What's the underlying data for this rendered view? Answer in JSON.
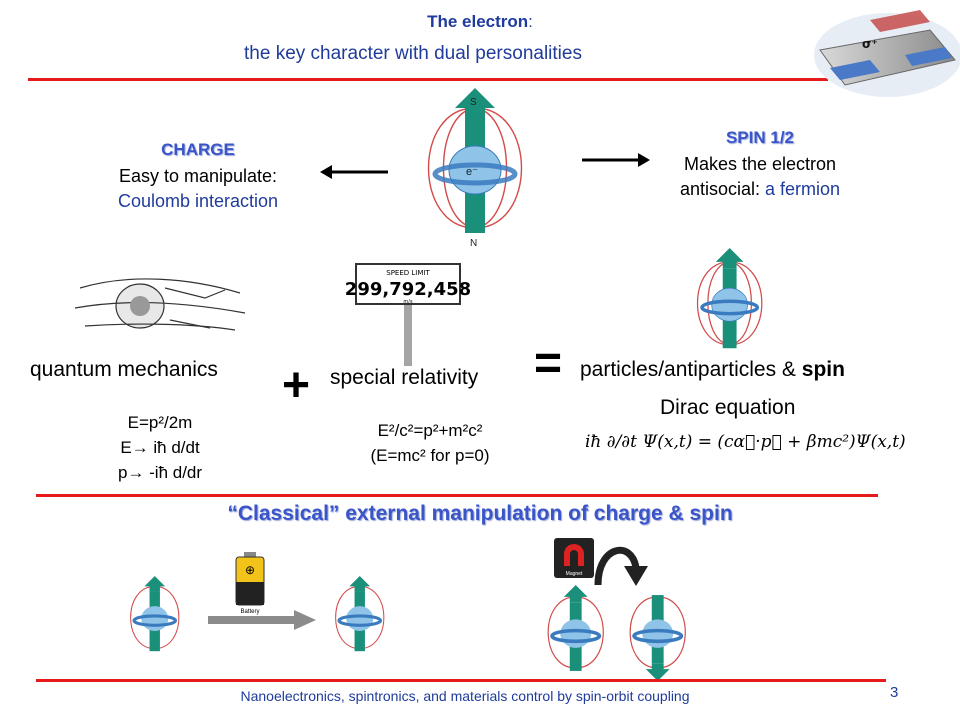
{
  "title": {
    "bold": "The electron",
    "rest": ":",
    "subtitle": "the key character with dual personalities"
  },
  "charge": {
    "heading": "CHARGE",
    "line1": "Easy to manipulate:",
    "line2": "Coulomb interaction"
  },
  "spin": {
    "heading": "SPIN 1/2",
    "line1": "Makes the electron",
    "line2a": "antisocial: ",
    "line2b": "a fermion"
  },
  "electron_labels": {
    "north": "N",
    "south": "S",
    "core": "e⁻"
  },
  "speed_sign": {
    "top": "SPEED LIMIT",
    "number": "299,792,458",
    "unit": "m/s"
  },
  "qm": {
    "label": "quantum mechanics",
    "eq1": "E=p²/2m",
    "eq2": "E→ iħ d/dt",
    "eq3": "p→ -iħ d/dr"
  },
  "sr": {
    "label": "special relativity",
    "eq1": "E²/c²=p²+m²c²",
    "eq2": "(E=mc² for p=0)"
  },
  "result": {
    "label": "particles/antiparticles & ",
    "label_bold": "spin",
    "sub": "Dirac equation",
    "dirac": "iħ ∂/∂t Ψ(x,t) = (cα⃗·p⃗ + βmc²)Ψ(x,t)"
  },
  "symbols": {
    "plus": "+",
    "equals": "="
  },
  "banner": "“Classical” external manipulation of charge &  spin",
  "battery_label": "Battery",
  "magnet_label": "Magnet",
  "footer": "Nanoelectronics, spintronics, and materials control by spin-orbit coupling",
  "page_number": "3",
  "colors": {
    "accent_red": "#e51b1b",
    "blue_text": "#1f3b9c",
    "arrow_teal": "#1a8f7a",
    "field_red": "#d24a4a"
  }
}
